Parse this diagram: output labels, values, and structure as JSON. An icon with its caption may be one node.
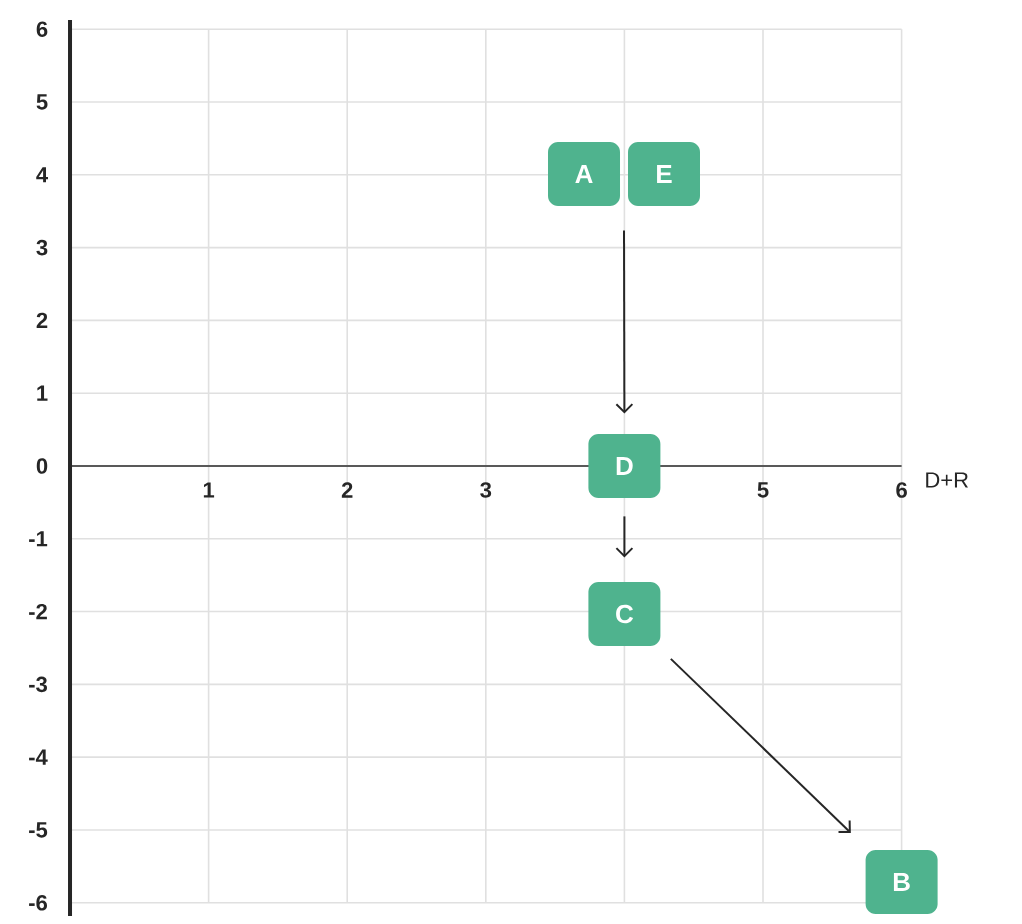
{
  "diagram": {
    "nodes": [
      {
        "text": [
          "A"
        ]
      },
      {
        "text": [
          "E"
        ]
      },
      {
        "text": [
          "D"
        ]
      },
      {
        "text": [
          "C"
        ]
      },
      {
        "text": [
          "B"
        ]
      }
    ],
    "edges": [
      {
        "from": 0,
        "to": 2,
        "arrow": "to"
      },
      {
        "from": 1,
        "to": 2,
        "arrow": "to"
      },
      {
        "from": 2,
        "to": 3,
        "arrow": "to"
      },
      {
        "from": 3,
        "to": 4,
        "arrow": "to"
      }
    ],
    "labels": [
      "6",
      "5",
      "4",
      "3",
      "2",
      "1",
      "0",
      "1",
      "2",
      "3",
      "5",
      "6",
      "D+R",
      "-1",
      "-2",
      "-3",
      "-4",
      "-5",
      "-6"
    ]
  }
}
